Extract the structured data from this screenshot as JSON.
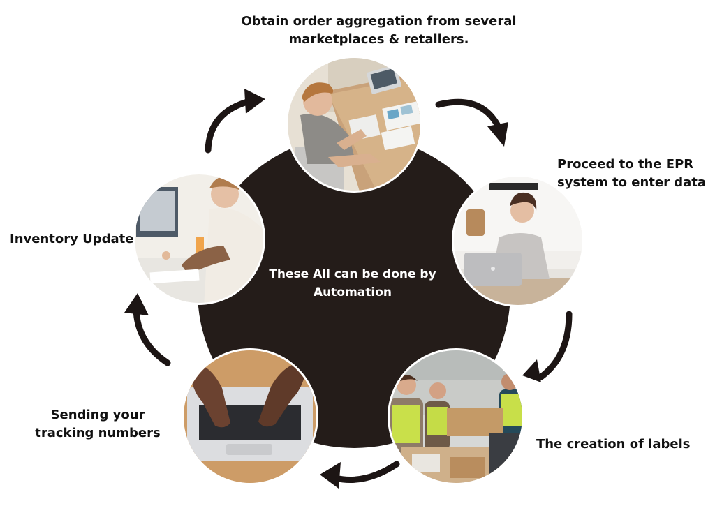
{
  "center": {
    "line1": "These All can be done by",
    "line2": "Automation"
  },
  "steps": [
    {
      "line1": "Obtain order aggregation from several",
      "line2": "marketplaces & retailers."
    },
    {
      "line1": "Proceed to the EPR",
      "line2": "system to enter data"
    },
    {
      "line1": "The creation of labels"
    },
    {
      "line1": "Sending your",
      "line2": "tracking numbers"
    },
    {
      "line1": "Inventory Update"
    }
  ],
  "colors": {
    "hub": "#241c19",
    "arrow": "#1c1514",
    "text": "#111111"
  }
}
